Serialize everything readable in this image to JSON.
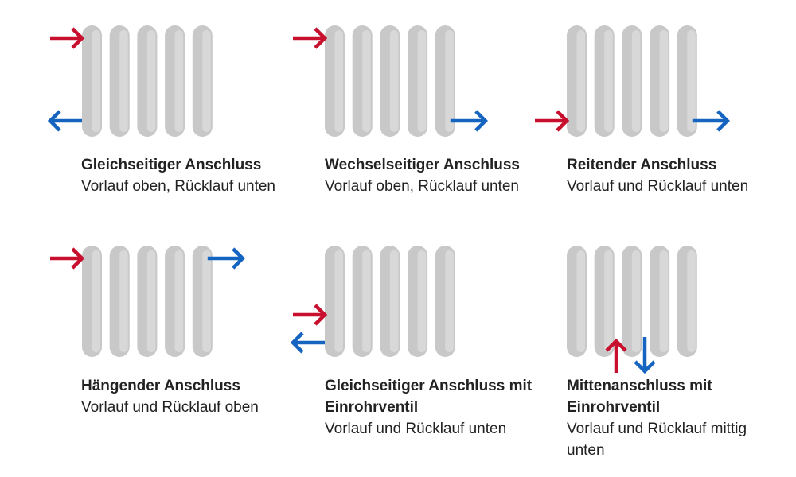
{
  "colors": {
    "radiator_fill": "#c8c8c8",
    "radiator_highlight": "#d8d8d8",
    "supply": "#c8102e",
    "return": "#1565c0",
    "text": "#222222"
  },
  "items": [
    {
      "title": "Gleichseitiger Anschluss",
      "description": "Vorlauf oben, Rücklauf unten",
      "flows": [
        {
          "kind": "supply",
          "position": "top-left",
          "direction": "in"
        },
        {
          "kind": "return",
          "position": "bottom-left",
          "direction": "out"
        }
      ]
    },
    {
      "title": "Wechselseitiger Anschluss",
      "description": "Vorlauf oben, Rücklauf unten",
      "flows": [
        {
          "kind": "supply",
          "position": "top-left",
          "direction": "in"
        },
        {
          "kind": "return",
          "position": "bottom-right",
          "direction": "out"
        }
      ]
    },
    {
      "title": "Reitender Anschluss",
      "description": "Vorlauf und Rücklauf unten",
      "flows": [
        {
          "kind": "supply",
          "position": "bottom-left",
          "direction": "in"
        },
        {
          "kind": "return",
          "position": "bottom-right",
          "direction": "out"
        }
      ]
    },
    {
      "title": "Hängender Anschluss",
      "description": "Vorlauf und Rücklauf oben",
      "flows": [
        {
          "kind": "supply",
          "position": "top-left",
          "direction": "in"
        },
        {
          "kind": "return",
          "position": "top-right",
          "direction": "out"
        }
      ]
    },
    {
      "title": "Gleichseitiger Anschluss mit Einrohrventil",
      "description": "Vorlauf und Rücklauf unten",
      "flows": [
        {
          "kind": "supply",
          "position": "bottom-left-upper",
          "direction": "in"
        },
        {
          "kind": "return",
          "position": "bottom-left-lower",
          "direction": "out"
        }
      ]
    },
    {
      "title": "Mittenanschluss mit Einrohrventil",
      "description": "Vorlauf und Rücklauf mittig unten",
      "flows": [
        {
          "kind": "supply",
          "position": "bottom-center-left",
          "direction": "up"
        },
        {
          "kind": "return",
          "position": "bottom-center-right",
          "direction": "down"
        }
      ]
    }
  ]
}
